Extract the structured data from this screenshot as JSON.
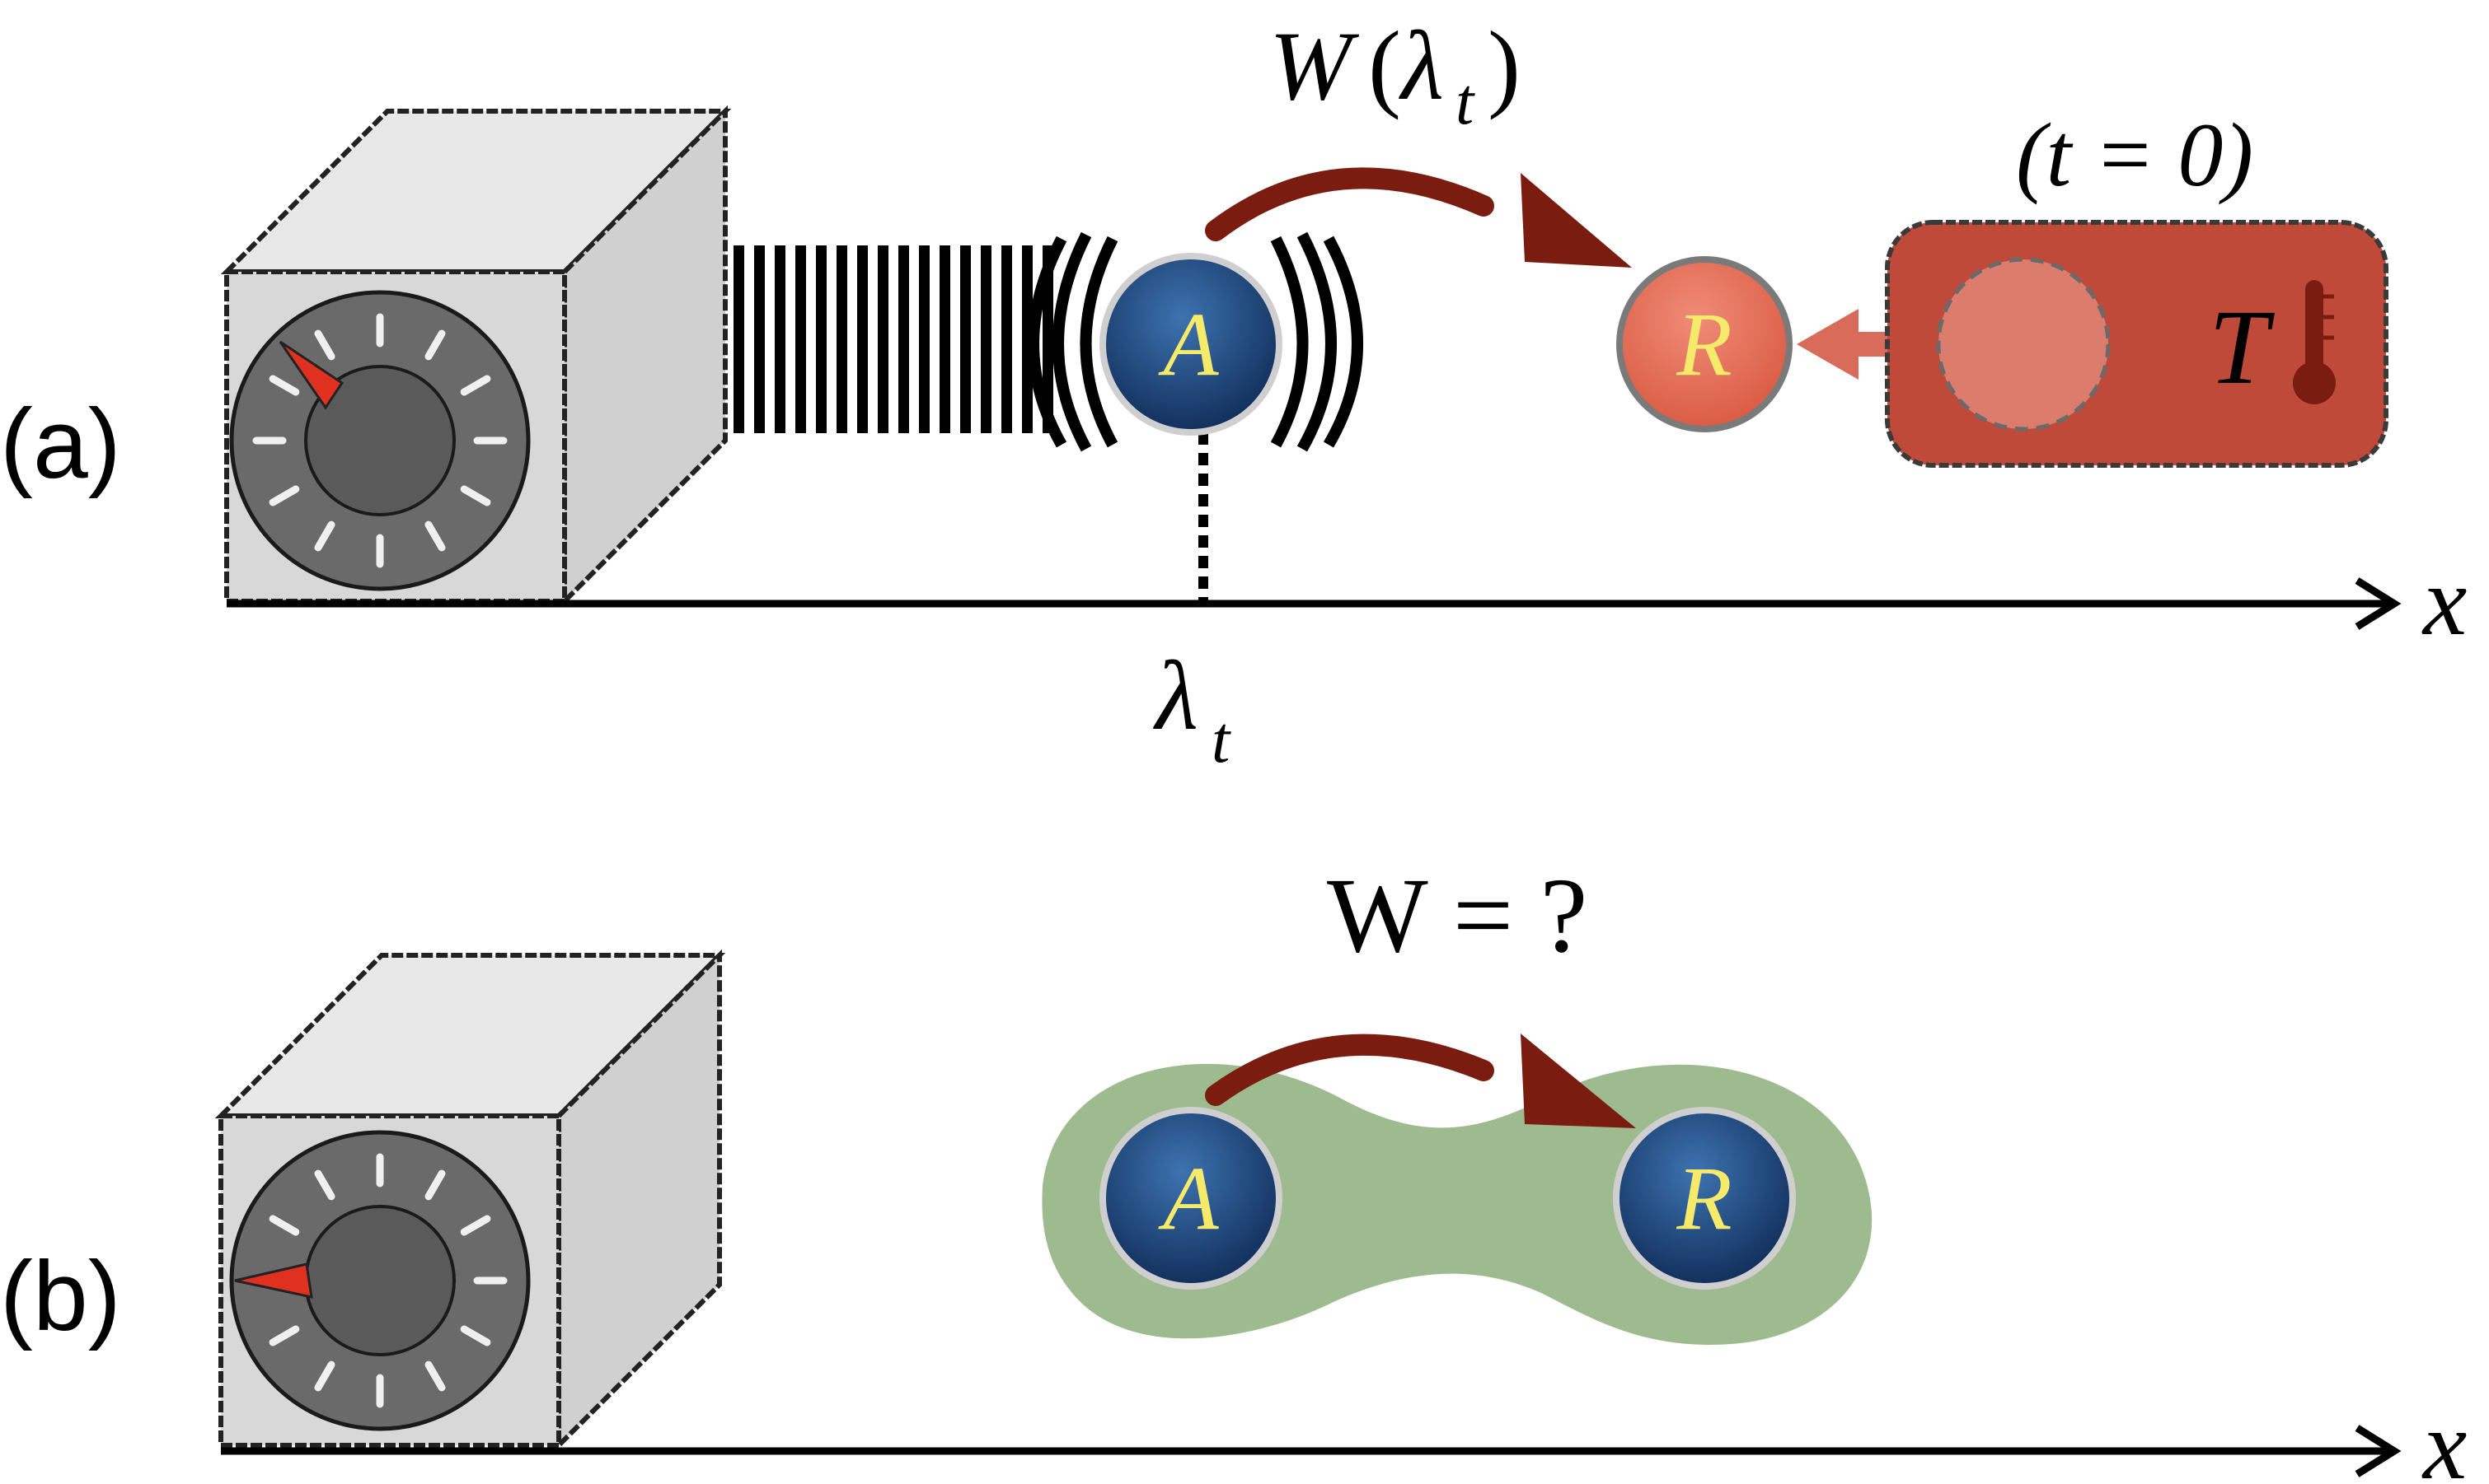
{
  "panels": {
    "a": {
      "label": "(a)",
      "particle_A": "A",
      "particle_R": "R",
      "work_W": "W",
      "work_open": "(",
      "work_lambda": "λ",
      "work_sub": "t",
      "work_close": ")",
      "time_label": "(t = 0)",
      "temperature": "T",
      "position_lambda": "λ",
      "position_sub": "t",
      "axis_label": "x"
    },
    "b": {
      "label": "(b)",
      "particle_A": "A",
      "particle_R": "R",
      "work_question": "W = ?",
      "axis_label": "x"
    }
  },
  "icons": [
    "device-box-icon",
    "dial-knob-icon",
    "thermometer-icon",
    "field-wave-icon",
    "heat-bath-icon",
    "binding-region-icon"
  ],
  "colors": {
    "particle_blue": "#1f4d86",
    "particle_red": "#e8735f",
    "particle_text": "#f5ea6a",
    "arrow_red": "#7a1d10",
    "bath_red": "#c04a3a",
    "binding_green": "#9dbb8f",
    "box_gray": "#d4d4d4",
    "dial_gray": "#6a6a6a"
  }
}
